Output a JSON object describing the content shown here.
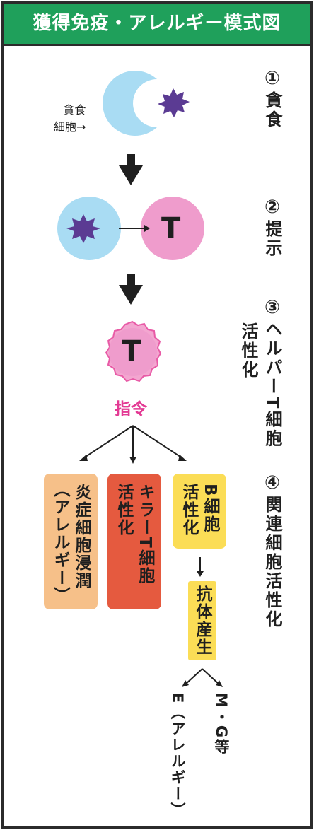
{
  "header": {
    "title": "獲得免疫・アレルギー模式図"
  },
  "steps": [
    {
      "num": "①",
      "label": "貪食"
    },
    {
      "num": "②",
      "label": "提示"
    },
    {
      "num": "③",
      "label": "ヘルパーT細胞",
      "label2": "活性化"
    },
    {
      "num": "④",
      "label": "関連細胞活性化"
    }
  ],
  "diagram": {
    "phagocyte_label_line1": "貪食",
    "phagocyte_label_line2": "細胞→",
    "t_letter": "T",
    "command": "指令",
    "boxes": [
      {
        "col1": "炎症細胞浸潤",
        "col2": "（アレルギー）",
        "color": "#f6c089"
      },
      {
        "col1": "キラーT細胞",
        "col2": "活性化",
        "color": "#e55a3f"
      },
      {
        "col1": "B細胞",
        "col2": "活性化",
        "color": "#fbdd56"
      }
    ],
    "antibody": "抗体産生",
    "antibody_color": "#fbdd56",
    "e_label": "E（アレルギー）",
    "mg_label": "M・G等"
  },
  "colors": {
    "header_green": "#1fa05b",
    "macrophage_blue": "#a9dcf3",
    "t_cell_pink": "#ef9ccc",
    "antigen_purple": "#5b3b93",
    "command_pink": "#e33a94"
  }
}
